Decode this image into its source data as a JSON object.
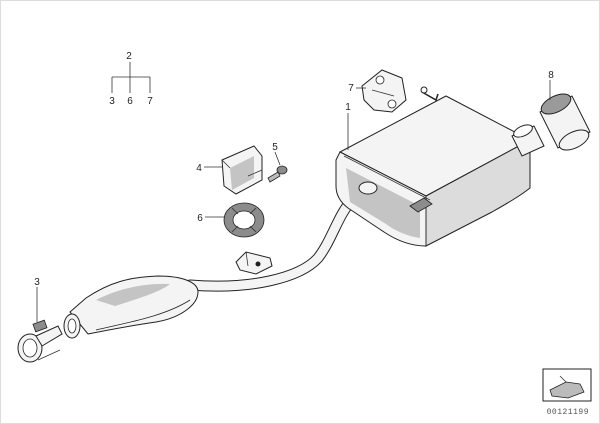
{
  "callouts": {
    "c1": "1",
    "c2": "2",
    "c3a": "3",
    "c6a": "6",
    "c7a": "7",
    "c3b": "3",
    "c4": "4",
    "c5": "5",
    "c6b": "6",
    "c7b": "7",
    "c8": "8"
  },
  "reference_number": "00121199"
}
